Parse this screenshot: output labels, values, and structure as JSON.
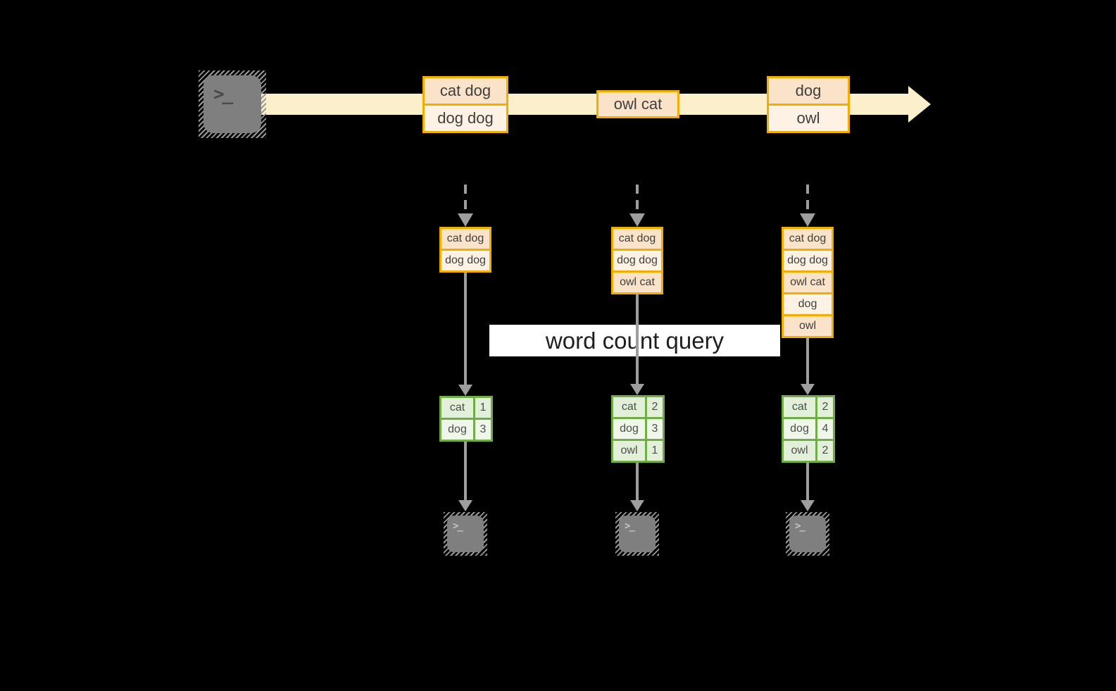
{
  "terminal_glyph": ">_",
  "stream": {
    "events": [
      {
        "lines": [
          "cat dog",
          "dog dog"
        ]
      },
      {
        "lines": [
          "owl cat"
        ]
      },
      {
        "lines": [
          "dog",
          "owl"
        ]
      }
    ]
  },
  "query": {
    "label": "word count query"
  },
  "columns": [
    {
      "state": [
        "cat dog",
        "dog dog"
      ],
      "counts": [
        [
          "cat",
          "1"
        ],
        [
          "dog",
          "3"
        ]
      ]
    },
    {
      "state": [
        "cat dog",
        "dog dog",
        "owl cat"
      ],
      "counts": [
        [
          "cat",
          "2"
        ],
        [
          "dog",
          "3"
        ],
        [
          "owl",
          "1"
        ]
      ]
    },
    {
      "state": [
        "cat dog",
        "dog dog",
        "owl cat",
        "dog",
        "owl"
      ],
      "counts": [
        [
          "cat",
          "2"
        ],
        [
          "dog",
          "4"
        ],
        [
          "owl",
          "2"
        ]
      ]
    }
  ],
  "colors": {
    "background": "#000000",
    "accent_gold": "#F2AE00",
    "cell_peach": "#FAE3C8",
    "cell_cream": "#FDF2E3",
    "stream_band": "#FCF0CC",
    "green_border": "#70AD47",
    "green_cell": "#E2EFD9",
    "green_cell_light": "#F0F7EA",
    "arrow_gray": "#9E9E9E",
    "terminal_gray": "#7F7F7F",
    "query_band": "#FFFFFF"
  }
}
